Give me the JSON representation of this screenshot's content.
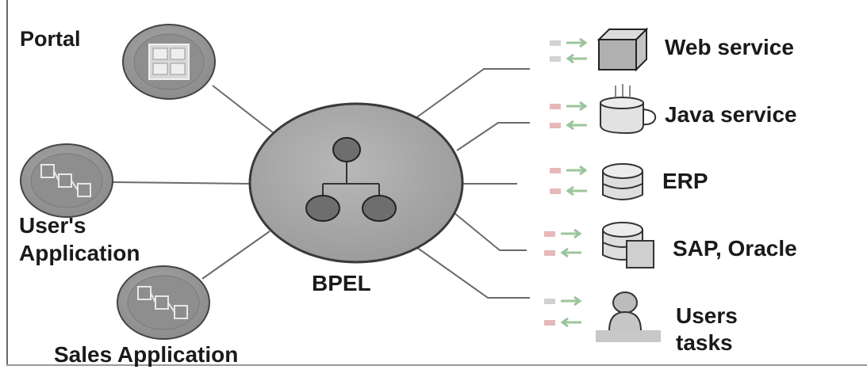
{
  "clients": {
    "portal": "Portal",
    "users_application_line1": "User's",
    "users_application_line2": "Application",
    "sales_application": "Sales Application"
  },
  "engine": {
    "label": "BPEL"
  },
  "services": {
    "web_service": "Web service",
    "java_service": "Java service",
    "erp": "ERP",
    "sap_oracle": "SAP, Oracle",
    "users_tasks_line1": "Users",
    "users_tasks_line2": "tasks"
  },
  "colors": {
    "node_fill": "#9c9c9c",
    "hub_fill": "#a9a9a9",
    "line": "#6b6b6b",
    "arrow_green": "#8fc08f",
    "arrow_red": "#d89a9a",
    "icon_fill": "#dcdcdc"
  }
}
